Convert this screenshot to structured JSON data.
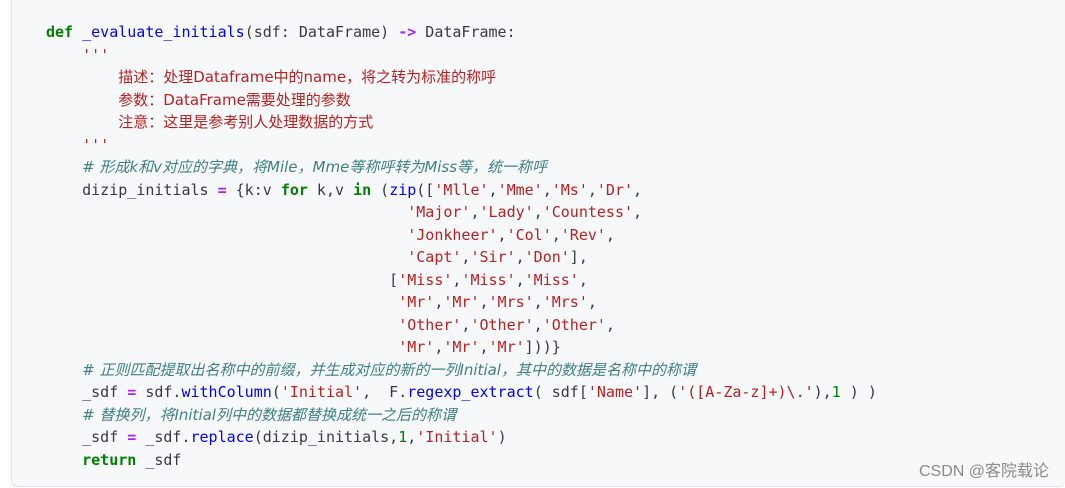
{
  "code": {
    "l1": {
      "kw": "def",
      "name": " _evaluate_initials",
      "a": "(sdf: DataFrame) ",
      "arrow": "->",
      "b": " DataFrame:"
    },
    "l2": {
      "indent": "    ",
      "str": "'''"
    },
    "l3": {
      "indent": "        ",
      "str": "描述：处理Dataframe中的name，将之转为标准的称呼"
    },
    "l4": {
      "indent": "        ",
      "str": "参数：DataFrame需要处理的参数"
    },
    "l5": {
      "indent": "        ",
      "str": "注意：这里是参考别人处理数据的方式"
    },
    "l6": {
      "indent": "    ",
      "str": "'''"
    },
    "l7": {
      "indent": "    ",
      "cmt": "# 形成k和v对应的字典，将Mile，Mme等称呼转为Miss等，统一称呼"
    },
    "l8": {
      "indent": "    ",
      "a": "dizip_initials ",
      "eq": "=",
      "b": " {k:v ",
      "kw1": "for",
      "c": " k,v ",
      "kw2": "in",
      "d": " (",
      "fn": "zip",
      "e": "([",
      "s1": "'Mlle'",
      "s2": "'Mme'",
      "s3": "'Ms'",
      "s4": "'Dr'",
      "comma": ",",
      "end": ","
    },
    "l9": {
      "indent": "                                        ",
      "s1": "'Major'",
      "s2": "'Lady'",
      "s3": "'Countess'",
      "comma": ",",
      "end": ","
    },
    "l10": {
      "indent": "                                        ",
      "s1": "'Jonkheer'",
      "s2": "'Col'",
      "s3": "'Rev'",
      "comma": ",",
      "end": ","
    },
    "l11": {
      "indent": "                                        ",
      "s1": "'Capt'",
      "s2": "'Sir'",
      "s3": "'Don'",
      "comma": ",",
      "end": "],"
    },
    "l12": {
      "indent": "                                      ",
      "open": "[",
      "s1": "'Miss'",
      "s2": "'Miss'",
      "s3": "'Miss'",
      "comma": ",",
      "end": ","
    },
    "l13": {
      "indent": "                                       ",
      "s1": "'Mr'",
      "s2": "'Mr'",
      "s3": "'Mrs'",
      "s4": "'Mrs'",
      "comma": ",",
      "end": ","
    },
    "l14": {
      "indent": "                                       ",
      "s1": "'Other'",
      "s2": "'Other'",
      "s3": "'Other'",
      "comma": ",",
      "end": ","
    },
    "l15": {
      "indent": "                                       ",
      "s1": "'Mr'",
      "s2": "'Mr'",
      "s3": "'Mr'",
      "comma": ",",
      "end": "]))}"
    },
    "l16": {
      "indent": "    ",
      "cmt": "# 正则匹配提取出名称中的前缀，并生成对应的新的一列Initial，其中的数据是名称中的称谓"
    },
    "l17": {
      "indent": "    ",
      "a": "_sdf ",
      "eq": "=",
      "b": " sdf.",
      "fn1": "withColumn",
      "c": "(",
      "s1": "'Initial'",
      "d": ",  F.",
      "fn2": "regexp_extract",
      "e": "( sdf[",
      "s2": "'Name'",
      "f": "], (",
      "s3": "'([A-Za-z]+)\\.'",
      "g": "),",
      "num": "1",
      "h": " ) )"
    },
    "l18": {
      "indent": "    ",
      "cmt": "# 替换列，将Initial列中的数据都替换成统一之后的称谓"
    },
    "l19": {
      "indent": "    ",
      "a": "_sdf ",
      "eq": "=",
      "b": " _sdf.",
      "fn": "replace",
      "c": "(dizip_initials,",
      "num": "1",
      "d": ",",
      "s1": "'Initial'",
      "e": ")"
    },
    "l20": {
      "indent": "    ",
      "kw": "return",
      "a": " _sdf"
    }
  },
  "watermark": "CSDN @客院载论",
  "colors": {
    "keyword": "#008000",
    "string": "#ba2121",
    "comment": "#408080",
    "function": "#0000ff",
    "operator": "#aa22ff",
    "background": "#f6f8fa"
  }
}
